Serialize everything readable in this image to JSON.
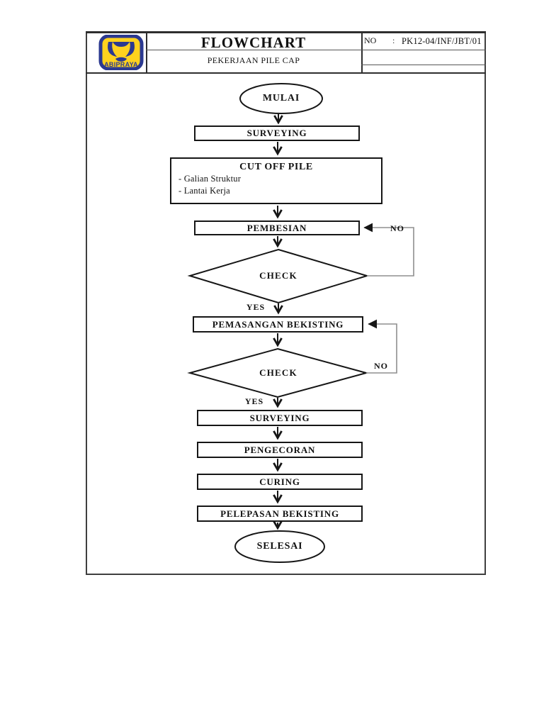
{
  "document": {
    "header": {
      "logo_text": "ABIPRAYA",
      "title": "FLOWCHART",
      "subtitle": "PEKERJAAN PILE CAP",
      "doc_no_label": "NO",
      "doc_no_separator": ":",
      "doc_no_value": "PK12-04/INF/JBT/01"
    },
    "flowchart": {
      "start": "MULAI",
      "surveying_1": "SURVEYING",
      "cut_off_pile": {
        "title": "CUT OFF PILE",
        "items": [
          "- Galian Struktur",
          "- Lantai Kerja"
        ]
      },
      "pembesian": "PEMBESIAN",
      "check_1": "CHECK",
      "check_1_yes": "YES",
      "check_1_no": "NO",
      "pemasangan_bekisting": "PEMASANGAN BEKISTING",
      "check_2": "CHECK",
      "check_2_yes": "YES",
      "check_2_no": "NO",
      "surveying_2": "SURVEYING",
      "pengecoran": "PENGECORAN",
      "curing": "CURING",
      "pelepasan_bekisting": "PELEPASAN BEKISTING",
      "end": "SELESAI"
    },
    "colors": {
      "logo_blue": "#2B3990",
      "logo_yellow": "#FFD21E",
      "line_black": "#161616",
      "loop_gray": "#8f8f8f",
      "doc_border": "#3f3f3f"
    }
  }
}
